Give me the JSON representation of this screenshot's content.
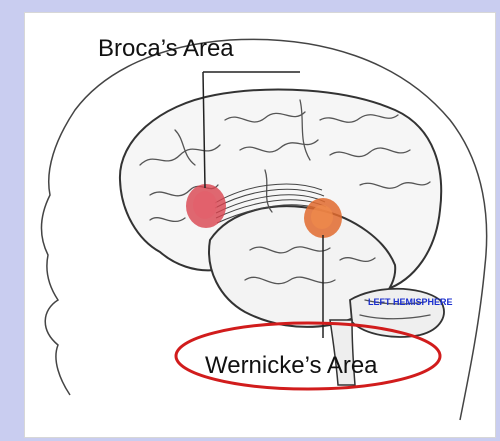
{
  "labels": {
    "broca": "Broca’s Area",
    "wernicke": "Wernicke’s Area",
    "hemisphere": "LEFT HEMISPHERE"
  },
  "colors": {
    "broca_region": "#d9434f",
    "wernicke_region": "#e06a2e",
    "highlight_ellipse": "#d11c1c",
    "hemisphere_text": "#1a2ecf",
    "background": "#c9cdf0"
  }
}
